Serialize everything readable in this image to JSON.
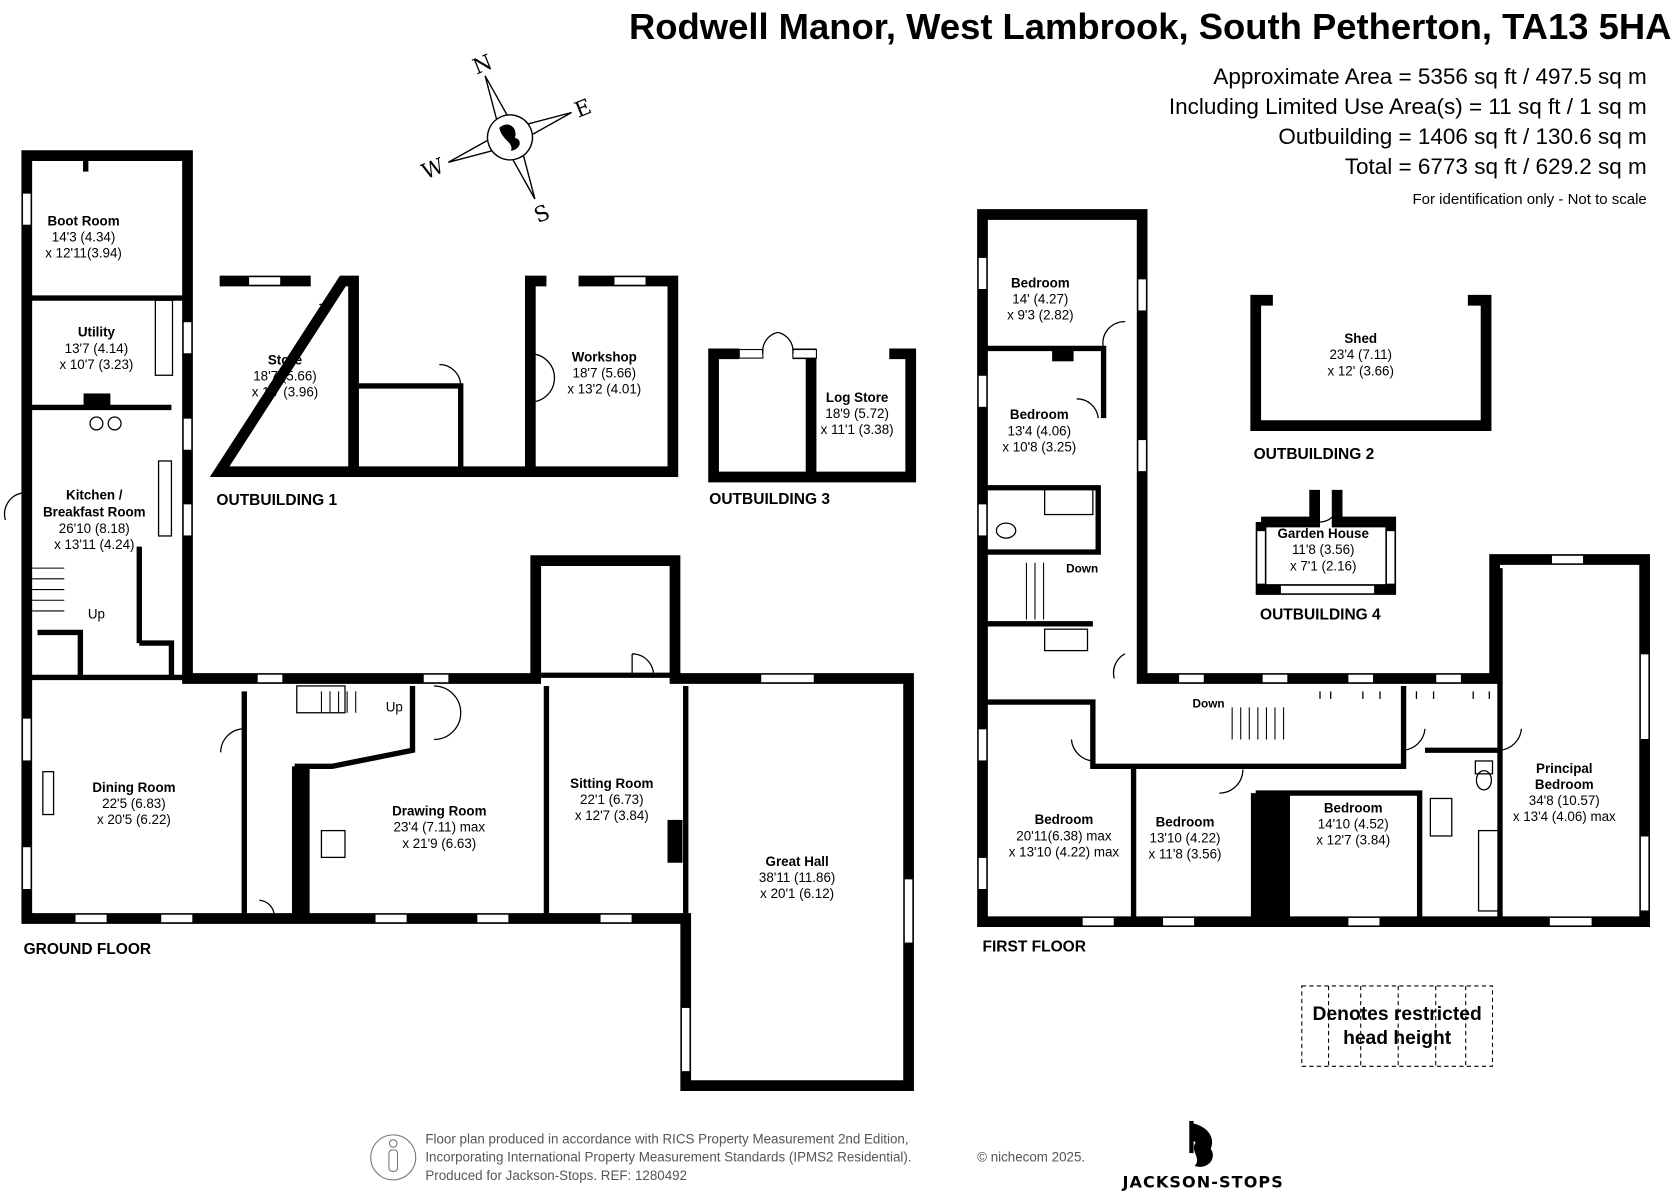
{
  "header": {
    "title": "Rodwell Manor, West Lambrook, South Petherton, TA13 5HA",
    "areas": [
      "Approximate Area = 5356 sq ft / 497.5 sq m",
      "Including Limited Use Area(s) = 11 sq ft / 1 sq m",
      "Outbuilding = 1406 sq ft / 130.6 sq m",
      "Total = 6773 sq ft / 629.2 sq m"
    ],
    "note": "For identification only - Not to scale"
  },
  "compass": {
    "n": "N",
    "e": "E",
    "s": "S",
    "w": "W"
  },
  "section_labels": {
    "ground_floor": "GROUND FLOOR",
    "first_floor": "FIRST FLOOR",
    "outbuilding1": "OUTBUILDING 1",
    "outbuilding2": "OUTBUILDING 2",
    "outbuilding3": "OUTBUILDING 3",
    "outbuilding4": "OUTBUILDING 4"
  },
  "stairs": {
    "up": "Up",
    "down": "Down"
  },
  "rooms": {
    "boot_room": {
      "name": "Boot Room",
      "d1": "14'3 (4.34)",
      "d2": "x 12'11(3.94)"
    },
    "utility": {
      "name": "Utility",
      "d1": "13'7 (4.14)",
      "d2": "x 10'7 (3.23)"
    },
    "kitchen": {
      "name": "Kitchen /",
      "name2": "Breakfast Room",
      "d1": "26'10 (8.18)",
      "d2": "x 13'11 (4.24)"
    },
    "dining": {
      "name": "Dining Room",
      "d1": "22'5 (6.83)",
      "d2": "x 20'5 (6.22)"
    },
    "drawing": {
      "name": "Drawing Room",
      "d1": "23'4 (7.11) max",
      "d2": "x 21'9 (6.63)"
    },
    "sitting": {
      "name": "Sitting Room",
      "d1": "22'1 (6.73)",
      "d2": "x 12'7 (3.84)"
    },
    "great_hall": {
      "name": "Great Hall",
      "d1": "38'11 (11.86)",
      "d2": "x 20'1 (6.12)"
    },
    "store": {
      "name": "Store",
      "d1": "18'7 (5.66)",
      "d2": "x 13' (3.96)"
    },
    "workshop": {
      "name": "Workshop",
      "d1": "18'7 (5.66)",
      "d2": "x 13'2 (4.01)"
    },
    "log_store": {
      "name": "Log Store",
      "d1": "18'9 (5.72)",
      "d2": "x 11'1 (3.38)"
    },
    "shed": {
      "name": "Shed",
      "d1": "23'4 (7.11)",
      "d2": "x 12' (3.66)"
    },
    "garden_house": {
      "name": "Garden House",
      "d1": "11'8 (3.56)",
      "d2": "x 7'1 (2.16)"
    },
    "bedroom_a": {
      "name": "Bedroom",
      "d1": "14' (4.27)",
      "d2": "x 9'3 (2.82)"
    },
    "bedroom_b": {
      "name": "Bedroom",
      "d1": "13'4 (4.06)",
      "d2": "x 10'8 (3.25)"
    },
    "bedroom_c": {
      "name": "Bedroom",
      "d1": "20'11(6.38) max",
      "d2": "x 13'10 (4.22) max"
    },
    "bedroom_d": {
      "name": "Bedroom",
      "d1": "13'10 (4.22)",
      "d2": "x 11'8 (3.56)"
    },
    "bedroom_e": {
      "name": "Bedroom",
      "d1": "14'10 (4.52)",
      "d2": "x 12'7 (3.84)"
    },
    "principal": {
      "name": "Principal",
      "name2": "Bedroom",
      "d1": "34'8 (10.57)",
      "d2": "x 13'4 (4.06) max"
    }
  },
  "legend": {
    "line1": "Denotes restricted",
    "line2": "head height"
  },
  "footer": {
    "line1": "Floor plan produced in accordance with RICS Property Measurement 2nd Edition,",
    "line2": "Incorporating International Property Measurement Standards (IPMS2 Residential).",
    "copyright": "© nichecom 2025.",
    "line3": "Produced for Jackson-Stops.   REF:  1280492",
    "brand": "JACKSON-STOPS"
  }
}
